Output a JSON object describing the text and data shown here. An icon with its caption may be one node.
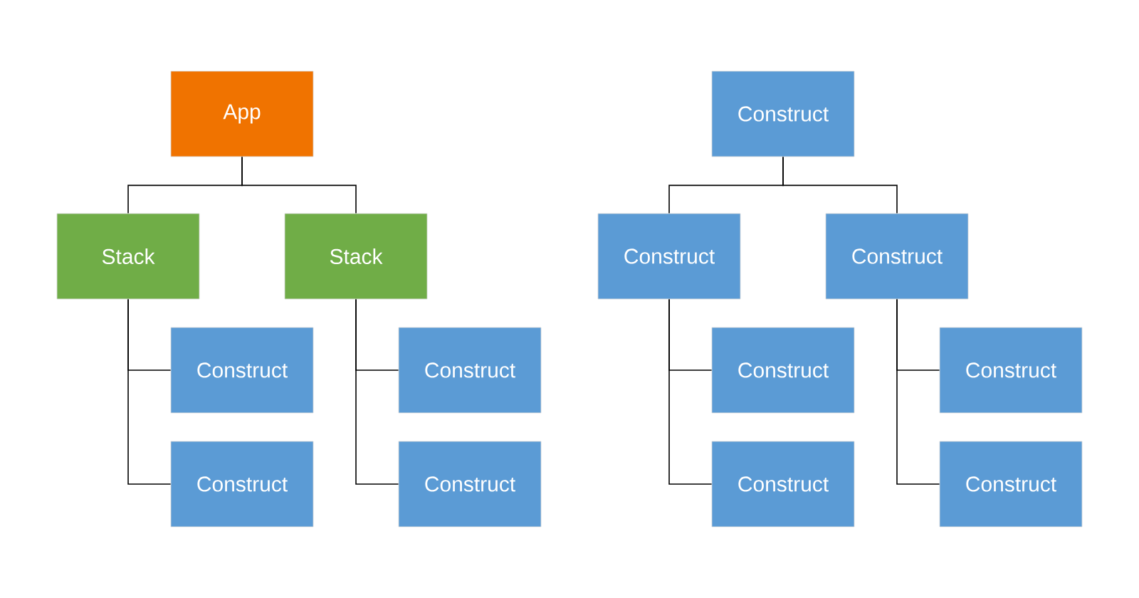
{
  "diagram": {
    "nodes": [
      {
        "text": [
          "App"
        ]
      },
      {
        "text": [
          "Stack"
        ]
      },
      {
        "text": [
          "Stack"
        ]
      },
      {
        "text": [
          "Construct"
        ]
      },
      {
        "text": [
          "Construct"
        ]
      },
      {
        "text": [
          "Construct"
        ]
      },
      {
        "text": [
          "Construct"
        ]
      },
      {
        "text": [
          "Construct"
        ]
      },
      {
        "text": [
          "Construct"
        ]
      },
      {
        "text": [
          "Construct"
        ]
      },
      {
        "text": [
          "Construct"
        ]
      },
      {
        "text": [
          "Construct"
        ]
      },
      {
        "text": [
          "Construct"
        ]
      },
      {
        "text": [
          "Construct"
        ]
      }
    ],
    "edges": [
      {
        "from": 0,
        "to": 1,
        "arrow": "none"
      },
      {
        "from": 0,
        "to": 2,
        "arrow": "none"
      },
      {
        "from": 1,
        "to": 3,
        "arrow": "none"
      },
      {
        "from": 1,
        "to": 4,
        "arrow": "none"
      },
      {
        "from": 2,
        "to": 5,
        "arrow": "none"
      },
      {
        "from": 2,
        "to": 6,
        "arrow": "none"
      },
      {
        "from": 7,
        "to": 8,
        "arrow": "none"
      },
      {
        "from": 7,
        "to": 9,
        "arrow": "none"
      },
      {
        "from": 8,
        "to": 10,
        "arrow": "none"
      },
      {
        "from": 8,
        "to": 11,
        "arrow": "none"
      },
      {
        "from": 9,
        "to": 12,
        "arrow": "none"
      },
      {
        "from": 9,
        "to": 13,
        "arrow": "none"
      }
    ]
  }
}
